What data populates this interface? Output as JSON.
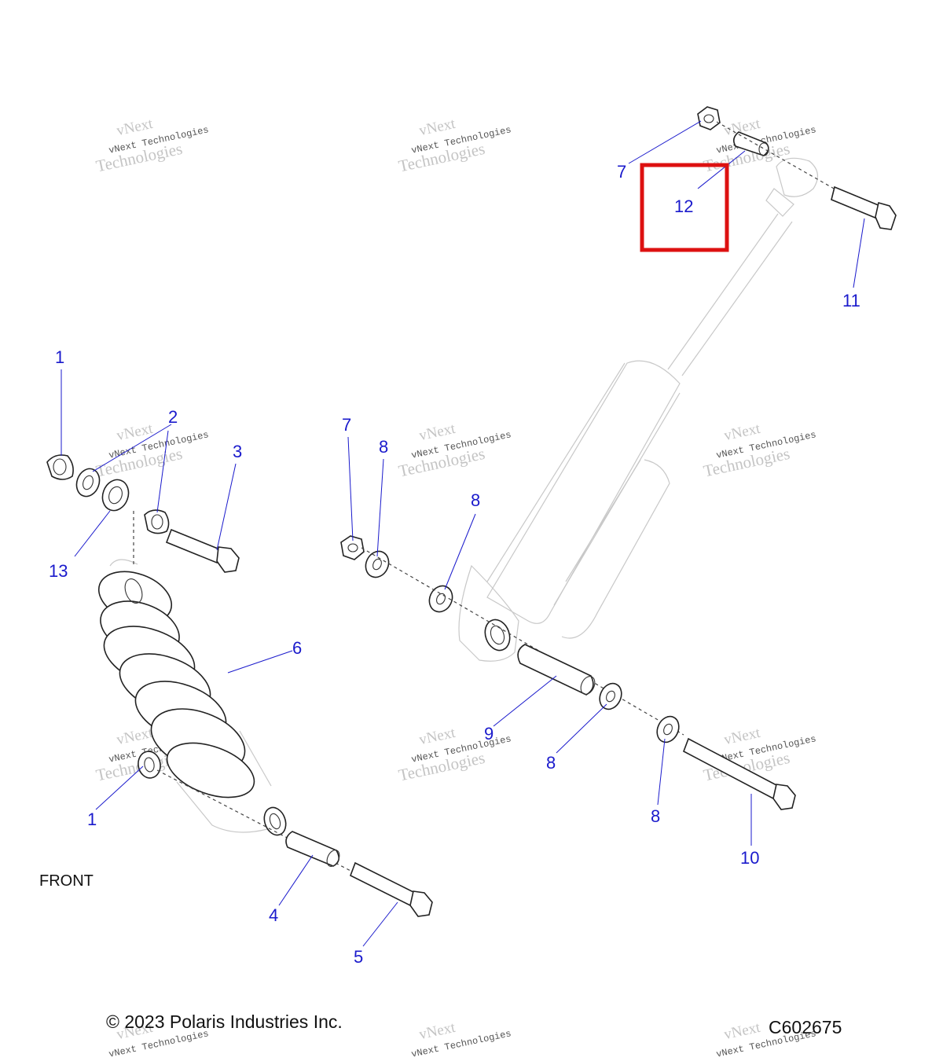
{
  "watermark": {
    "line1": "vNext",
    "line2": "vNext Technologies",
    "line3": "Technologies"
  },
  "labels": {
    "front": "FRONT",
    "copyright": "© 2023 Polaris Industries Inc.",
    "diagram_code": "C602675"
  },
  "callouts": {
    "c1a": "1",
    "c2": "2",
    "c3": "3",
    "c13": "13",
    "c6": "6",
    "c1b": "1",
    "c4": "4",
    "c5": "5",
    "c7a": "7",
    "c8a": "8",
    "c8b": "8",
    "c9": "9",
    "c8c": "8",
    "c8d": "8",
    "c10": "10",
    "c7b": "7",
    "c12": "12",
    "c11": "11"
  },
  "colors": {
    "callout": "#1a1acc",
    "highlight": "#dd1111"
  },
  "highlight": {
    "callout": "12"
  }
}
